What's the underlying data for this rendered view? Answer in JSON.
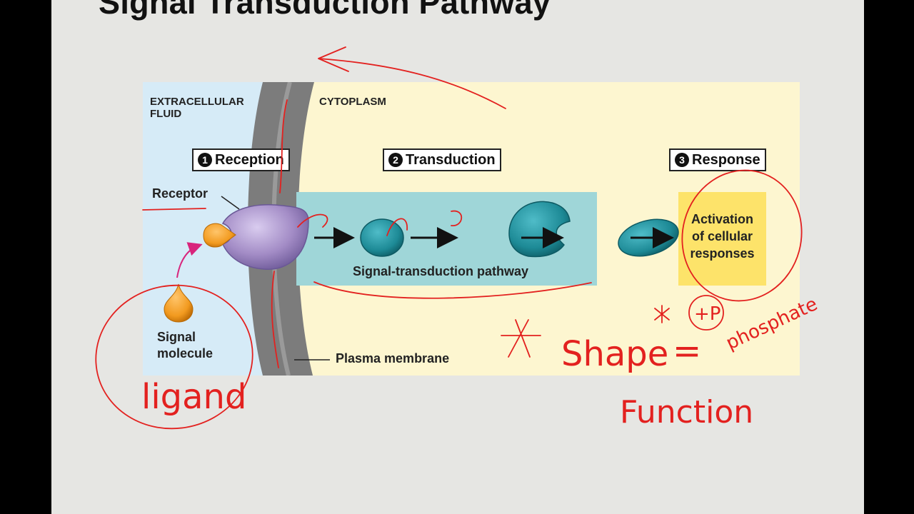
{
  "slide": {
    "title": "Signal Transduction Pathway"
  },
  "diagram": {
    "regions": {
      "extracellular": "EXTRACELLULAR\nFLUID",
      "cytoplasm": "CYTOPLASM"
    },
    "steps": [
      {
        "number": "1",
        "label": "Reception"
      },
      {
        "number": "2",
        "label": "Transduction"
      },
      {
        "number": "3",
        "label": "Response"
      }
    ],
    "labels": {
      "receptor": "Receptor",
      "signal_molecule": "Signal\nmolecule",
      "pathway": "Signal-transduction pathway",
      "plasma_membrane": "Plasma membrane",
      "response": "Activation\nof cellular\nresponses"
    },
    "colors": {
      "extracellular": "#d6ebf7",
      "cytoplasm": "#fdf6d0",
      "membrane": "#7c7c7c",
      "receptor": "#a38cc6",
      "signal": "#f29a1f",
      "relay": "#1d8a96",
      "pathway_bg": "#9fd6d8",
      "response_bg": "#fde36a",
      "annotation": "#e3211f"
    }
  },
  "annotations": {
    "ligand": "ligand",
    "shape": "Shape",
    "equals": "=",
    "function": "Function",
    "plus_p": "+P",
    "phosphate": "phosphate"
  }
}
